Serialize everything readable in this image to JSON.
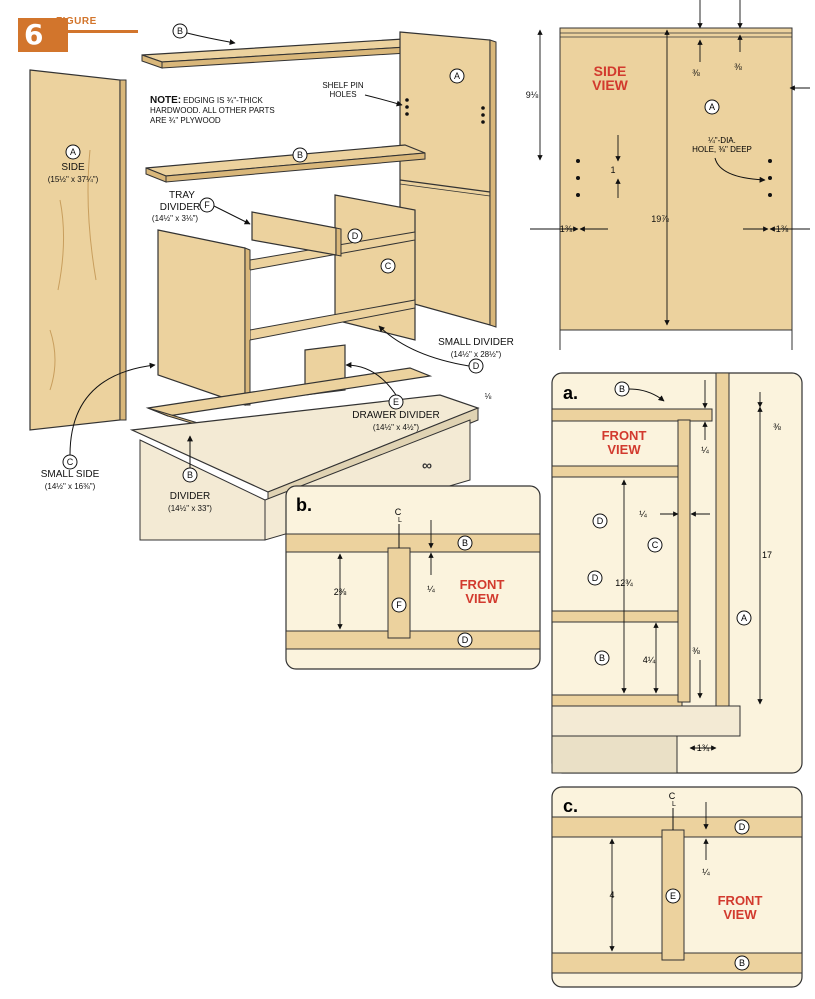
{
  "figure": {
    "number": "6",
    "word": "FIGURE"
  },
  "note": {
    "lead": "NOTE:",
    "line1": "EDGING IS ¾\"-THICK",
    "line2": "HARDWOOD. ALL OTHER PARTS",
    "line3": "ARE ¾\" PLYWOOD"
  },
  "parts": {
    "A": "A",
    "B": "B",
    "C": "C",
    "D": "D",
    "E": "E",
    "F": "F"
  },
  "exploded": {
    "side_name": "SIDE",
    "side_size": "(15½\" x 37¼\")",
    "shelf_pin_1": "SHELF PIN",
    "shelf_pin_2": "HOLES",
    "tray_1": "TRAY",
    "tray_2": "DIVIDER",
    "tray_size": "(14½\" x 3⅛\")",
    "small_divider": "SMALL DIVIDER",
    "small_divider_size": "(14½\" x 28½\")",
    "drawer_divider": "DRAWER DIVIDER",
    "drawer_divider_size": "(14½\" x 4½\")",
    "small_side": "SMALL SIDE",
    "small_side_size": "(14½\" x 16⅜\")",
    "divider": "DIVIDER",
    "divider_size": "(14½\" x 33\")",
    "edge_note": "⅛"
  },
  "side_view": {
    "title1": "SIDE",
    "title2": "VIEW",
    "d_9": "9⅛",
    "d_3a": "⅜",
    "d_3b": "⅜",
    "d_1": "1",
    "d_19": "19⅞",
    "d_1a": "1⅜",
    "d_1b": "1⅜",
    "hole1": "¼\"-DIA.",
    "hole2": "HOLE, ⅜\" DEEP"
  },
  "detail_a": {
    "letter": "a.",
    "view1": "FRONT",
    "view2": "VIEW",
    "d_38": "⅜",
    "d_14a": "¼",
    "d_14b": "¼",
    "d_1234": "12¾",
    "d_17": "17",
    "d_414": "4¼",
    "d_38b": "⅜",
    "d_134": "1¾"
  },
  "detail_b": {
    "letter": "b.",
    "cl": "C",
    "cl2": "L",
    "view1": "FRONT",
    "view2": "VIEW",
    "d_238": "2⅜",
    "d_14": "¼"
  },
  "detail_c": {
    "letter": "c.",
    "cl": "C",
    "cl2": "L",
    "view1": "FRONT",
    "view2": "VIEW",
    "d_4": "4",
    "d_14": "¼"
  },
  "colors": {
    "wood": "#ecd29e",
    "wood_dark": "#d9b77a",
    "panel_bg": "#fbf3dd",
    "accent": "#d2752c",
    "red": "#d23a2e"
  }
}
